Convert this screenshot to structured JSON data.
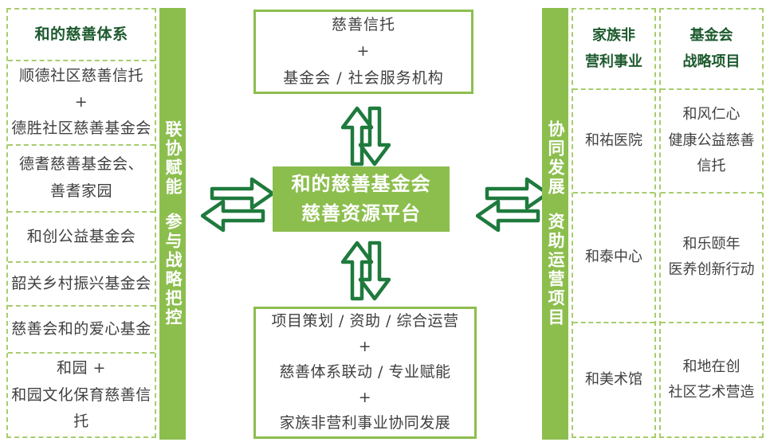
{
  "colors": {
    "green": "#8cbe4e",
    "dark_green_text": "#1d5a2e",
    "arrow_green": "#1f7a3d",
    "dashed_border": "#a8cc6e",
    "body_text": "#404040"
  },
  "icons": [
    "double-horizontal-exchange-arrow-icon",
    "double-vertical-exchange-arrow-icon"
  ],
  "left_panel": {
    "title": "和的慈善体系",
    "items": [
      "顺德社区慈善信托 +\n德胜社区慈善基金会",
      "德耆慈善基金会、\n善耆家园",
      "和创公益基金会",
      "韶关乡村振兴基金会",
      "慈善会和的爱心基金",
      "和园 +\n和园文化保育慈善信托"
    ]
  },
  "left_bar": {
    "segments": [
      "联协赋能",
      "参与战略把控"
    ]
  },
  "center": {
    "top_box": "慈善信托\n+\n基金会 / 社会服务机构",
    "main_box": "和的慈善基金会\n慈善资源平台",
    "bottom_box": "项目策划 / 资助 / 综合运营\n+\n慈善体系联动 / 专业赋能\n+\n家族非营利事业协同发展"
  },
  "right_bar": {
    "segments": [
      "协同发展",
      "资助运营项目"
    ]
  },
  "right_panel_family": {
    "title": "家族非\n营利事业",
    "items": [
      "和祐医院",
      "和泰中心",
      "和美术馆"
    ]
  },
  "right_panel_foundation": {
    "title": "基金会\n战略项目",
    "items": [
      "和风仁心\n健康公益慈善\n信托",
      "和乐颐年\n医养创新行动",
      "和地在创\n社区艺术营造"
    ]
  }
}
